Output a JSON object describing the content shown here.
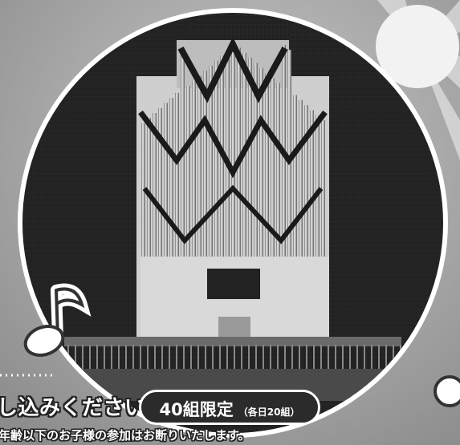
{
  "headline": "し込みください。",
  "badge": {
    "main": "40組限定",
    "sub": "（各日20組）"
  },
  "note": "年齢以下のお子様の参加はお断りいたします。"
}
